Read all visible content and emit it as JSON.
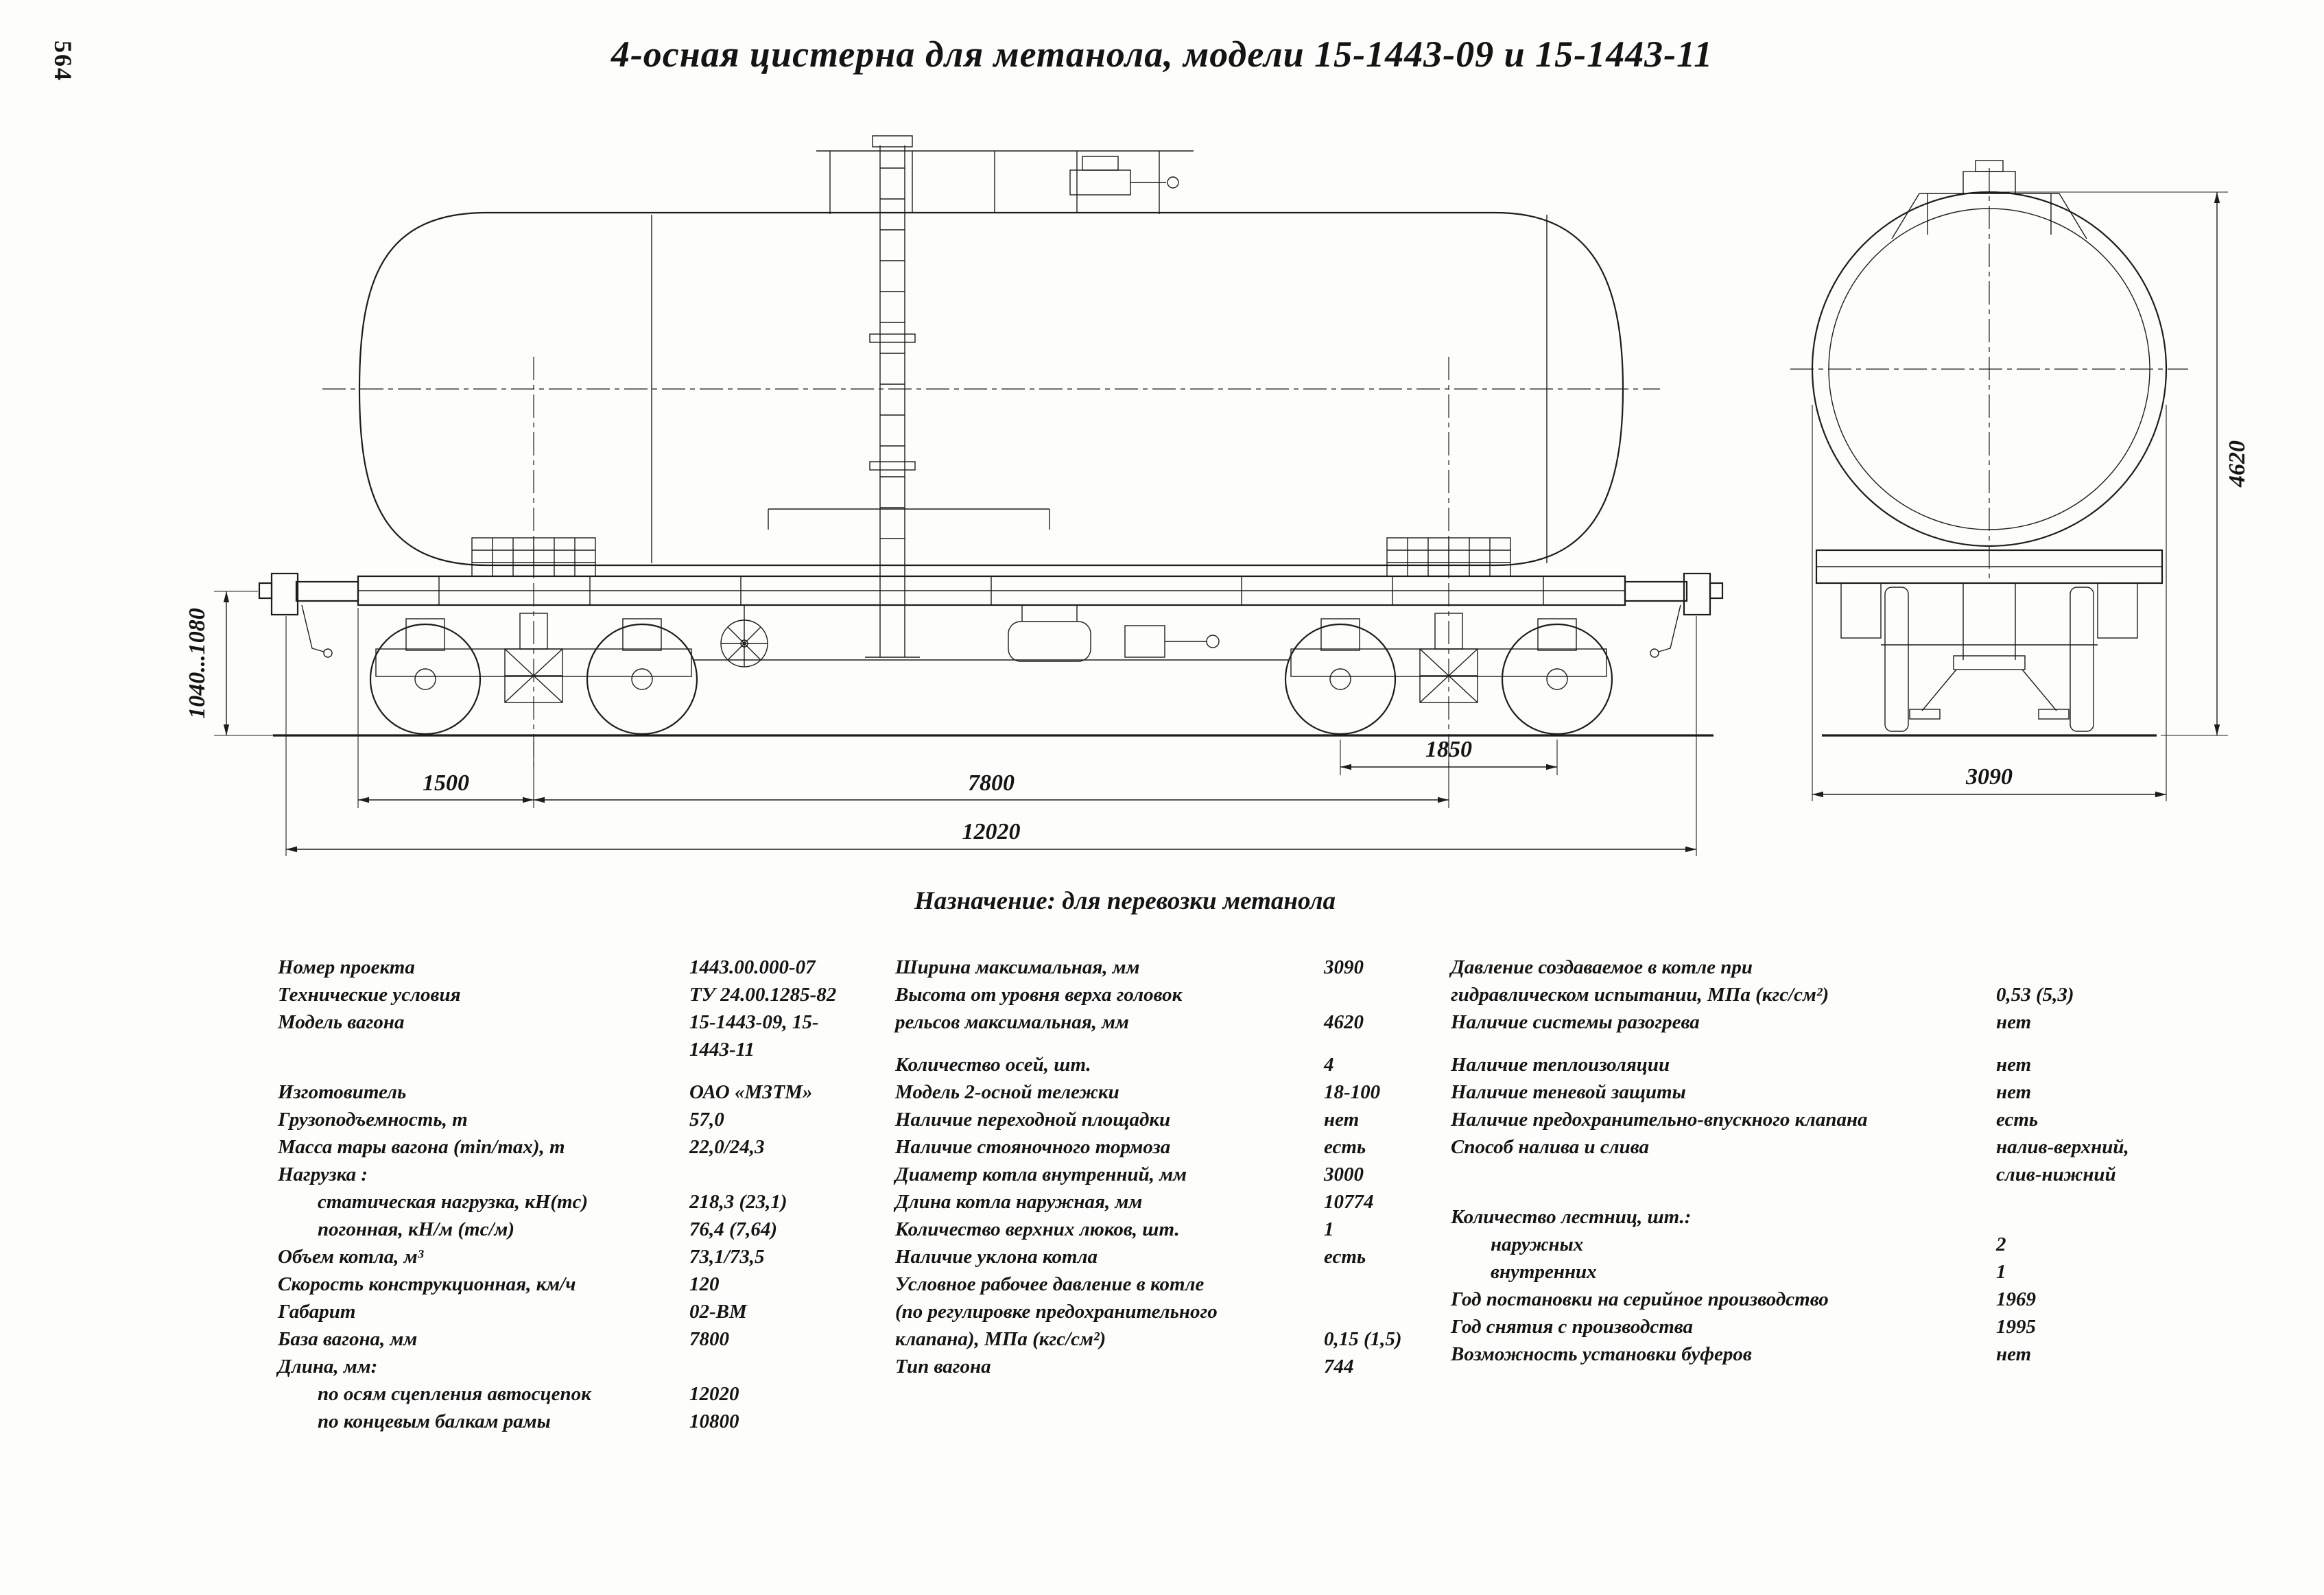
{
  "page": {
    "number": "564",
    "title": "4-осная цистерна для метанола, модели 15-1443-09 и 15-1443-11",
    "caption": "Назначение: для перевозки метанола"
  },
  "drawing": {
    "dimensions": {
      "rail_to_coupler_axis": "1040...1080",
      "end_beam_to_bogie_center": "1500",
      "wagon_base": "7800",
      "bogie_wheelbase": "1850",
      "length_over_couplers": "12020",
      "max_width": "3090",
      "max_height": "4620"
    }
  },
  "specs": {
    "col1": [
      {
        "label": "Номер проекта",
        "value": "1443.00.000-07"
      },
      {
        "label": "Технические условия",
        "value": "ТУ 24.00.1285-82"
      },
      {
        "label": "Модель вагона",
        "value": "15-1443-09,  15-"
      },
      {
        "label": "",
        "value": "1443-11"
      },
      {
        "label": "Изготовитель",
        "value": "ОАО «МЗТМ»",
        "gap": true
      },
      {
        "label": "Грузоподъемность, т",
        "value": "57,0"
      },
      {
        "label": "Масса тары вагона (min/max), т",
        "value": "22,0/24,3"
      },
      {
        "label": "Нагрузка :",
        "value": ""
      },
      {
        "label": "статическая нагрузка, кН(тс)",
        "value": "218,3 (23,1)",
        "indent": true
      },
      {
        "label": "погонная, кН/м (тс/м)",
        "value": "76,4 (7,64)",
        "indent": true
      },
      {
        "label": "Объем котла, м³",
        "value": "73,1/73,5"
      },
      {
        "label": "Скорость конструкционная, км/ч",
        "value": "120"
      },
      {
        "label": "Габарит",
        "value": "02-ВМ"
      },
      {
        "label": "База вагона, мм",
        "value": "7800"
      },
      {
        "label": "Длина, мм:",
        "value": ""
      },
      {
        "label": "по осям сцепления автосцепок",
        "value": "12020",
        "indent": true
      },
      {
        "label": "по концевым балкам рамы",
        "value": "10800",
        "indent": true
      }
    ],
    "col2": [
      {
        "label": "Ширина максимальная, мм",
        "value": "3090"
      },
      {
        "label": "Высота от уровня верха головок",
        "value": ""
      },
      {
        "label": "рельсов максимальная, мм",
        "value": "4620"
      },
      {
        "label": "Количество осей, шт.",
        "value": "4",
        "gap": true
      },
      {
        "label": "Модель 2-осной тележки",
        "value": "18-100"
      },
      {
        "label": "Наличие переходной площадки",
        "value": "нет"
      },
      {
        "label": "Наличие стояночного тормоза",
        "value": "есть"
      },
      {
        "label": "Диаметр котла внутренний, мм",
        "value": "3000"
      },
      {
        "label": "Длина котла наружная, мм",
        "value": "10774"
      },
      {
        "label": "Количество верхних люков, шт.",
        "value": "1"
      },
      {
        "label": "Наличие уклона котла",
        "value": "есть"
      },
      {
        "label": "Условное рабочее давление в котле",
        "value": ""
      },
      {
        "label": "(по регулировке предохранительного",
        "value": ""
      },
      {
        "label": "клапана), МПа (кгс/см²)",
        "value": "0,15 (1,5)"
      },
      {
        "label": "Тип вагона",
        "value": "744"
      }
    ],
    "col3": [
      {
        "label": "Давление создаваемое в котле при",
        "value": ""
      },
      {
        "label": "гидравлическом испытании, МПа (кгс/см²)",
        "value": "0,53 (5,3)"
      },
      {
        "label": "Наличие системы разогрева",
        "value": "нет"
      },
      {
        "label": "Наличие теплоизоляции",
        "value": "нет",
        "gap": true
      },
      {
        "label": "Наличие теневой защиты",
        "value": "нет"
      },
      {
        "label": "Наличие предохранительно-впускного клапана",
        "value": "есть"
      },
      {
        "label": "Способ налива и слива",
        "value": "налив-верхний,"
      },
      {
        "label": "",
        "value": "слив-нижний"
      },
      {
        "label": "Количество лестниц, шт.:",
        "value": "",
        "gap": true
      },
      {
        "label": "наружных",
        "value": "2",
        "indent": true
      },
      {
        "label": "внутренних",
        "value": "1",
        "indent": true
      },
      {
        "label": "Год постановки на серийное производство",
        "value": "1969"
      },
      {
        "label": "Год снятия с производства",
        "value": "1995"
      },
      {
        "label": "Возможность установки буферов",
        "value": "нет"
      }
    ]
  }
}
